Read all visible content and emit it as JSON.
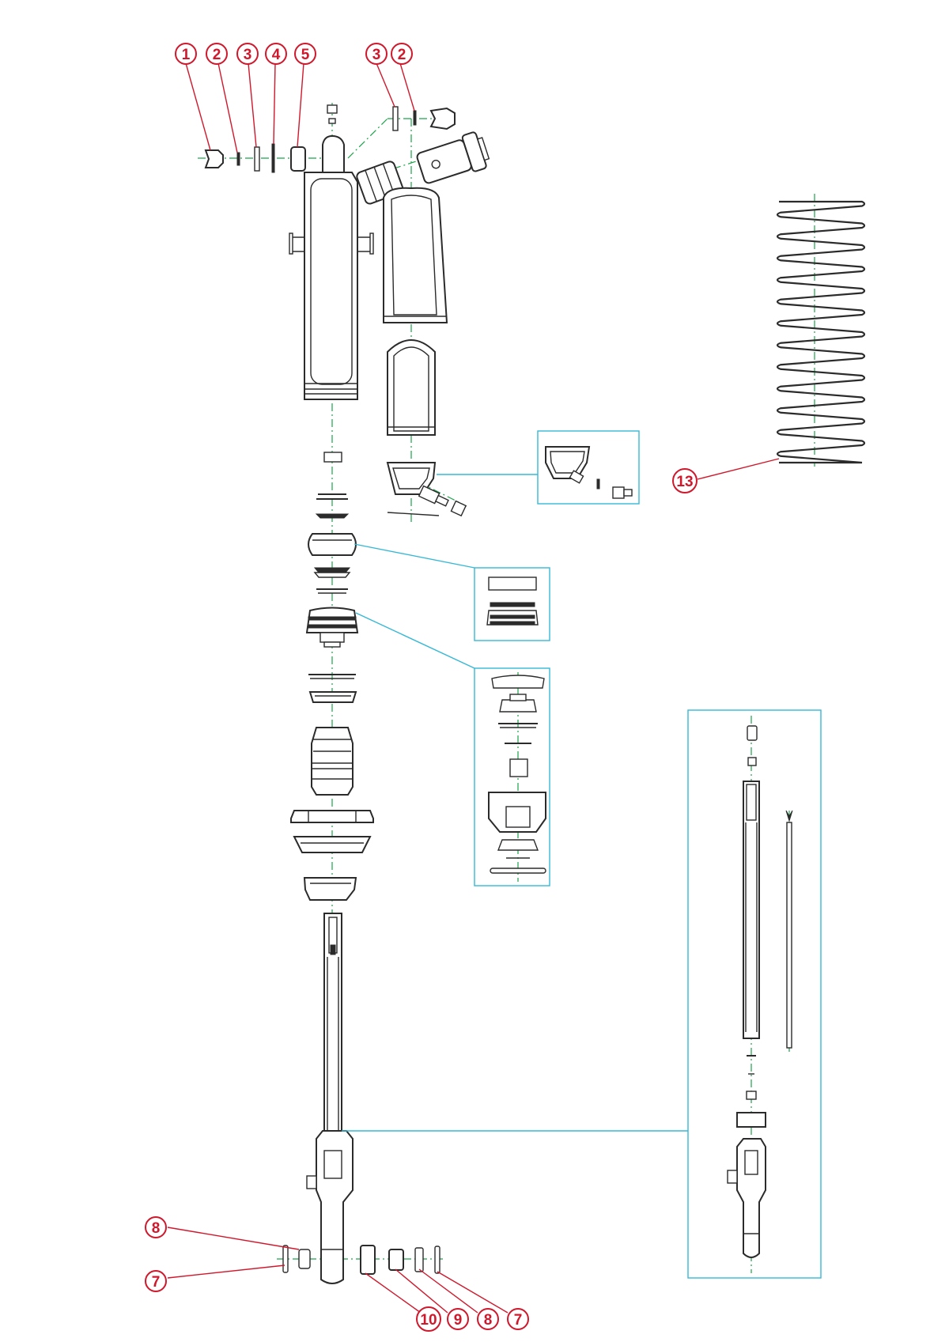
{
  "diagram": {
    "callouts": [
      {
        "id": "c1-top",
        "label": "1"
      },
      {
        "id": "c2-top",
        "label": "2"
      },
      {
        "id": "c3-top",
        "label": "3"
      },
      {
        "id": "c4-top",
        "label": "4"
      },
      {
        "id": "c5-top",
        "label": "5"
      },
      {
        "id": "c3-right",
        "label": "3"
      },
      {
        "id": "c2-right",
        "label": "2"
      },
      {
        "id": "c13",
        "label": "13"
      },
      {
        "id": "c8-left",
        "label": "8"
      },
      {
        "id": "c7-left",
        "label": "7"
      },
      {
        "id": "c10-bottom",
        "label": "10"
      },
      {
        "id": "c9-bottom",
        "label": "9"
      },
      {
        "id": "c8-bottom",
        "label": "8"
      },
      {
        "id": "c7-bottom",
        "label": "7"
      }
    ],
    "colors": {
      "callout": "#d0182c",
      "leader_cyan": "#35b8d6",
      "axis_green": "#1aa34a",
      "outline": "#2b2b2b"
    }
  }
}
